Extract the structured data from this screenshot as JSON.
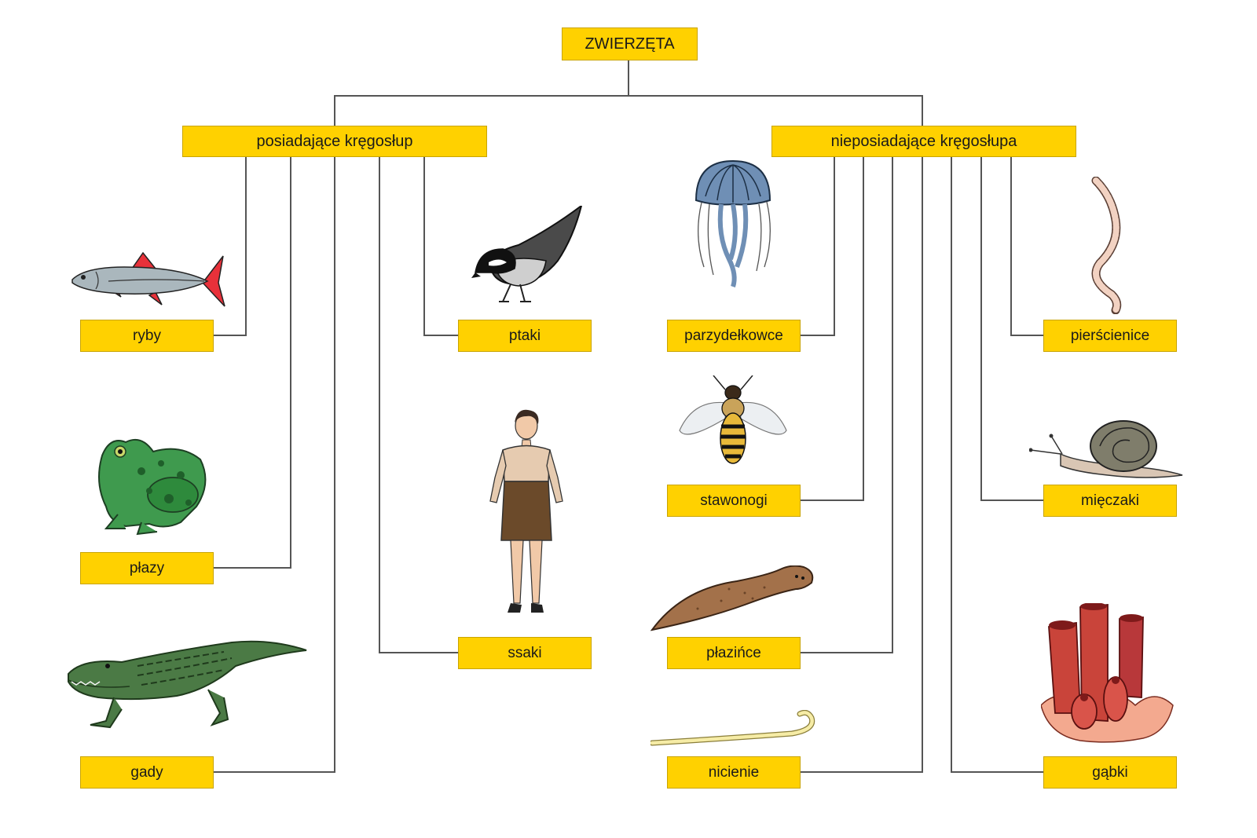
{
  "root": {
    "label": "ZWIERZĘTA"
  },
  "groups": [
    {
      "label": "posiadające kręgosłup",
      "items": [
        {
          "label": "ryby",
          "icon": "fish-icon"
        },
        {
          "label": "płazy",
          "icon": "frog-icon"
        },
        {
          "label": "gady",
          "icon": "crocodile-icon"
        },
        {
          "label": "ptaki",
          "icon": "bird-icon"
        },
        {
          "label": "ssaki",
          "icon": "woman-icon"
        }
      ]
    },
    {
      "label": "nieposiadające kręgosłupa",
      "items": [
        {
          "label": "parzydełkowce",
          "icon": "jellyfish-icon"
        },
        {
          "label": "stawonogi",
          "icon": "bee-icon"
        },
        {
          "label": "płazińce",
          "icon": "flatworm-icon"
        },
        {
          "label": "nicienie",
          "icon": "roundworm-icon"
        },
        {
          "label": "pierścienice",
          "icon": "earthworm-icon"
        },
        {
          "label": "mięczaki",
          "icon": "snail-icon"
        },
        {
          "label": "gąbki",
          "icon": "sponge-icon"
        }
      ]
    }
  ],
  "colors": {
    "box": "#ffd100",
    "line": "#555555"
  }
}
